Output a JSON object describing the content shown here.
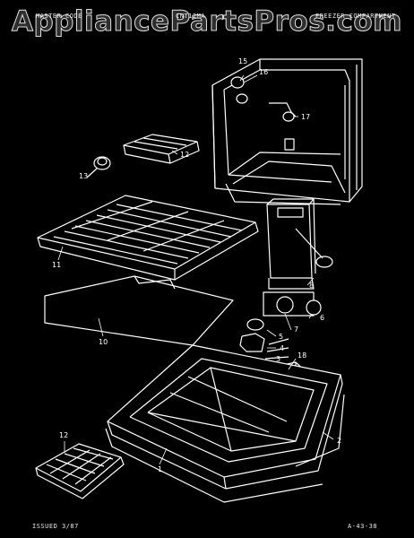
{
  "header": {
    "left": "MASTER CODE",
    "center": "CNT12MA",
    "right": "FREEZER COMPARTMENT"
  },
  "watermark": "AppliancePartsPros.com",
  "callouts": [
    "1",
    "2",
    "3",
    "4",
    "5",
    "6",
    "7",
    "8",
    "10",
    "11",
    "12",
    "13",
    "14",
    "15",
    "16",
    "17",
    "18"
  ],
  "footer": {
    "issued": "ISSUED 3/87",
    "code": "A-43-38"
  },
  "colors": {
    "background": "#000000",
    "linework": "#ffffff"
  }
}
